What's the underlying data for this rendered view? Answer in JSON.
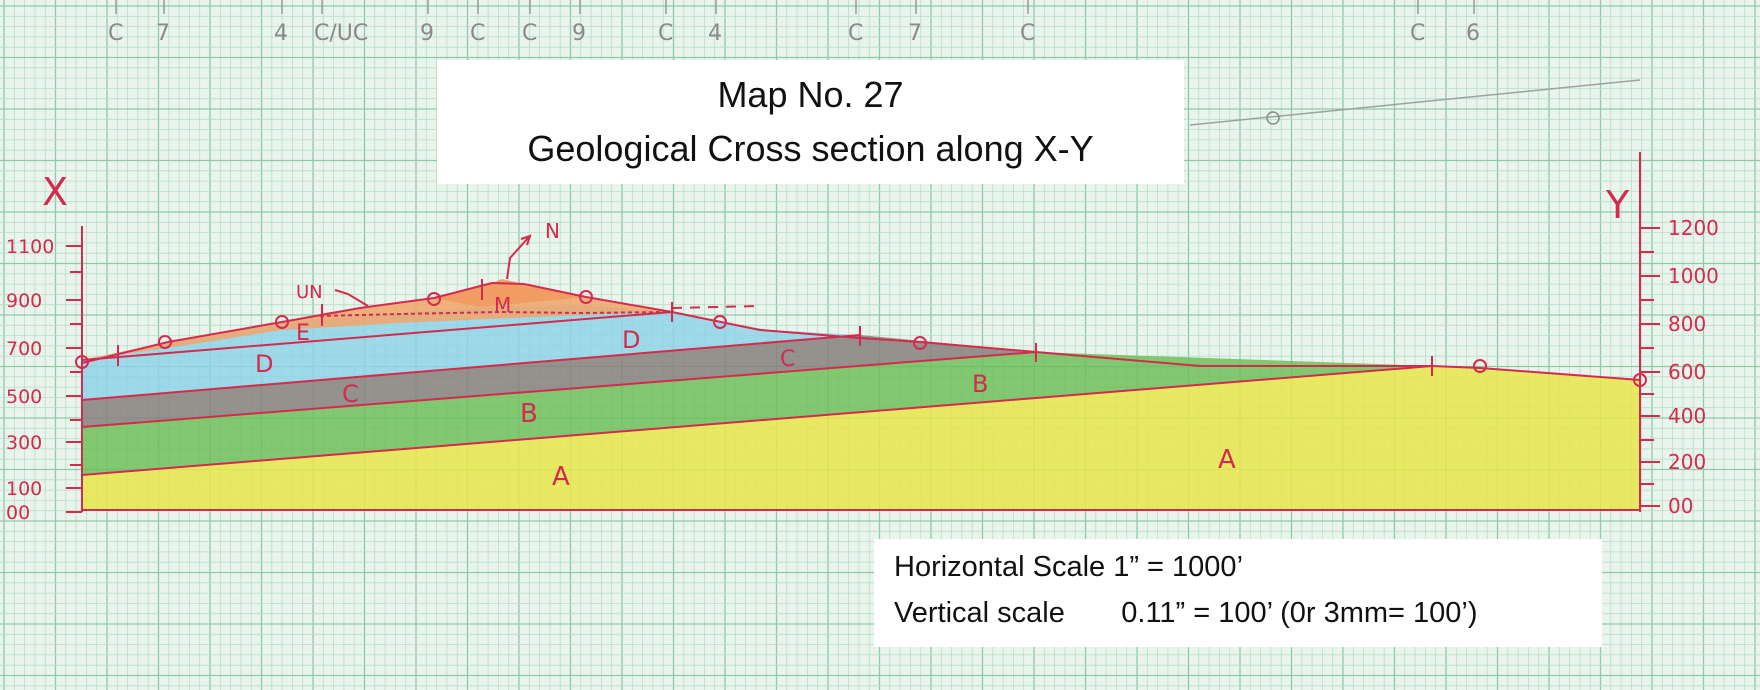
{
  "title": {
    "line1": "Map No. 27",
    "line2": "Geological Cross section along X-Y"
  },
  "scale_note": {
    "horizontal": "Horizontal Scale 1” = 1000’",
    "vertical": "Vertical scale       0.11” = 100’ (0r 3mm= 100’)"
  },
  "section_end_labels": {
    "left": "X",
    "right": "Y"
  },
  "left_axis_ticks": [
    "1100",
    "900",
    "700",
    "500",
    "300",
    "100",
    "00"
  ],
  "right_axis_ticks": [
    "1200",
    "1000",
    "800",
    "600",
    "400",
    "200",
    "00"
  ],
  "top_edge_marks": [
    "C",
    "7",
    "4",
    "C/UC",
    "9",
    "C",
    "C",
    "9",
    "C",
    "4",
    "C",
    "7",
    "C",
    "C",
    "6"
  ],
  "bed_labels": [
    "A",
    "A",
    "B",
    "B",
    "C",
    "C",
    "D",
    "D",
    "E",
    "M"
  ],
  "feature_labels": {
    "unconformity": "UN",
    "note": "N"
  },
  "colors": {
    "A": "#e8e64a",
    "B": "#6fbf5a",
    "C": "#86807c",
    "D": "#8fd3e8",
    "E": "#f2a46a",
    "M": "#f09a60",
    "ink": "#d42a4e",
    "paper": "#e9f4ec",
    "grid": "#8fcaa7"
  }
}
